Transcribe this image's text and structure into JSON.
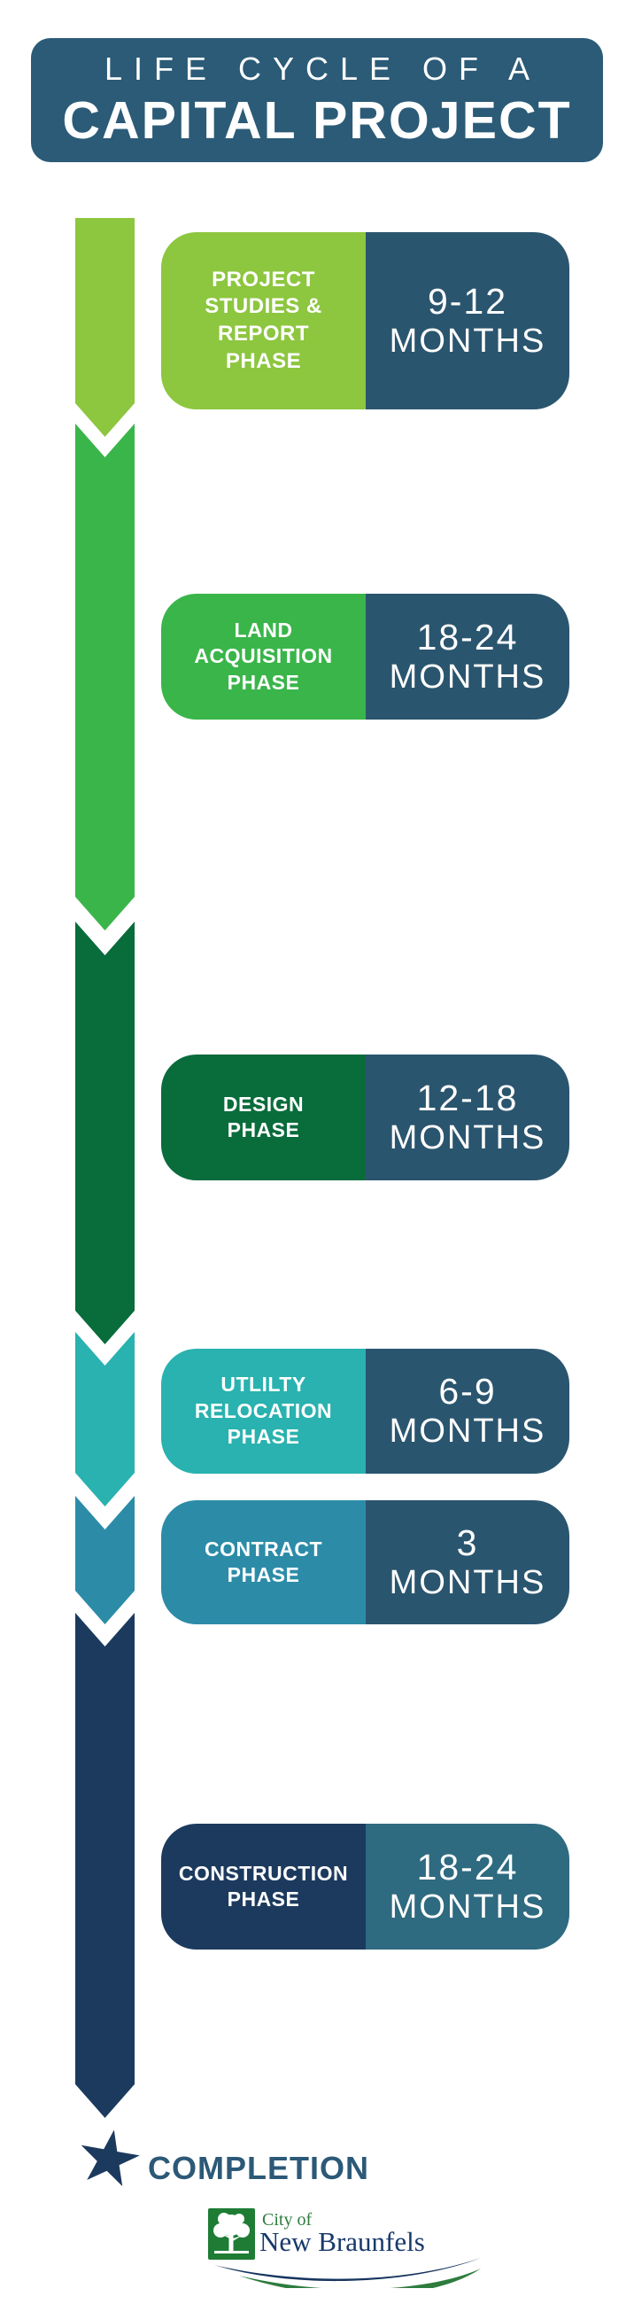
{
  "header": {
    "line1": "LIFE CYCLE OF A",
    "line2": "CAPITAL PROJECT",
    "bg_color": "#2B5B77"
  },
  "phases": [
    {
      "name_lines": [
        "PROJECT",
        "STUDIES &",
        "REPORT",
        "PHASE"
      ],
      "duration_value": "9-12",
      "duration_unit": "MONTHS",
      "color": "#8DC63F",
      "duration_bg": "#2A556F"
    },
    {
      "name_lines": [
        "LAND",
        "ACQUISITION",
        "PHASE"
      ],
      "duration_value": "18-24",
      "duration_unit": "MONTHS",
      "color": "#3AB54A",
      "duration_bg": "#2A556F"
    },
    {
      "name_lines": [
        "DESIGN",
        "PHASE"
      ],
      "duration_value": "12-18",
      "duration_unit": "MONTHS",
      "color": "#096C3B",
      "duration_bg": "#2A556F"
    },
    {
      "name_lines": [
        "UTLILTY",
        "RELOCATION",
        "PHASE"
      ],
      "duration_value": "6-9",
      "duration_unit": "MONTHS",
      "color": "#29B2AF",
      "duration_bg": "#2A556F"
    },
    {
      "name_lines": [
        "CONTRACT",
        "PHASE"
      ],
      "duration_value": "3",
      "duration_unit": "MONTHS",
      "color": "#2C8CA8",
      "duration_bg": "#2A556F"
    },
    {
      "name_lines": [
        "CONSTRUCTION",
        "PHASE"
      ],
      "duration_value": "18-24",
      "duration_unit": "MONTHS",
      "color": "#1C3A5E",
      "duration_bg": "#2E6A80"
    }
  ],
  "completion": {
    "label": "COMPLETION",
    "star_icon": "star",
    "star_color": "#1C3A5E",
    "label_color": "#2C5977"
  },
  "logo": {
    "line1": "City of",
    "line2": "New Braunfels",
    "tree_icon": "tree",
    "square_color": "#1E7C35",
    "name_color": "#18396B",
    "swoosh_navy": "#16355E",
    "swoosh_green": "#2E7C3E"
  }
}
